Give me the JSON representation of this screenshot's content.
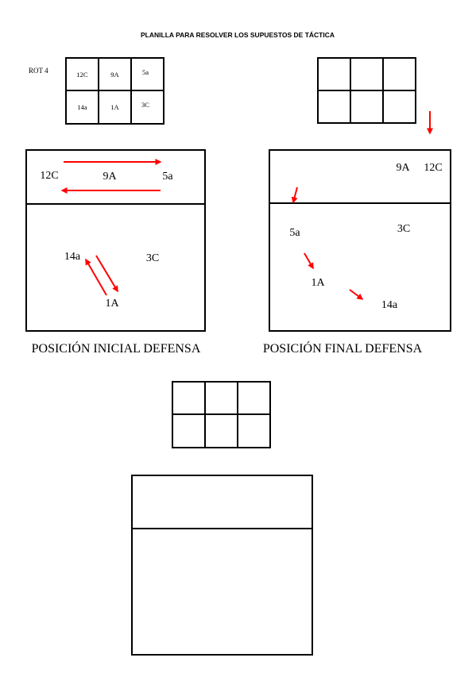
{
  "title": "PLANILLA PARA RESOLVER LOS SUPUESTOS DE TÁCTICA",
  "rotation_label": "ROT 4",
  "rotation_grid": [
    "12C",
    "9A",
    "5a",
    "14a",
    "1A",
    "3C"
  ],
  "court_initial": {
    "players": [
      "12C",
      "9A",
      "5a",
      "14a",
      "3C",
      "1A"
    ],
    "caption": "POSICIÓN INICIAL DEFENSA"
  },
  "court_final": {
    "players": [
      "9A",
      "12C",
      "5a",
      "3C",
      "1A",
      "14a"
    ],
    "caption": "POSICIÓN FINAL DEFENSA"
  },
  "colors": {
    "arrow": "#ff0000",
    "line": "#000000"
  }
}
